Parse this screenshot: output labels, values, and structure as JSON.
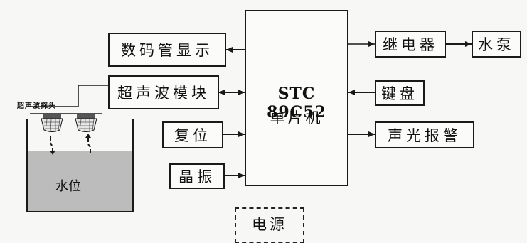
{
  "mcu": {
    "line1": "STC 89C52",
    "line2": "单片机"
  },
  "blocks": {
    "display": "数码管显示",
    "ultrasonic": "超声波模块",
    "reset": "复位",
    "crystal": "晶振",
    "relay": "继电器",
    "pump": "水泵",
    "keyboard": "键盘",
    "alarm": "声光报警",
    "power": "电源"
  },
  "tank": {
    "probe_label": "超声波探头",
    "water_label": "水位"
  },
  "colors": {
    "line": "#1a1a1a",
    "water": "#bcbcbc",
    "background": "#f7f7f5"
  }
}
